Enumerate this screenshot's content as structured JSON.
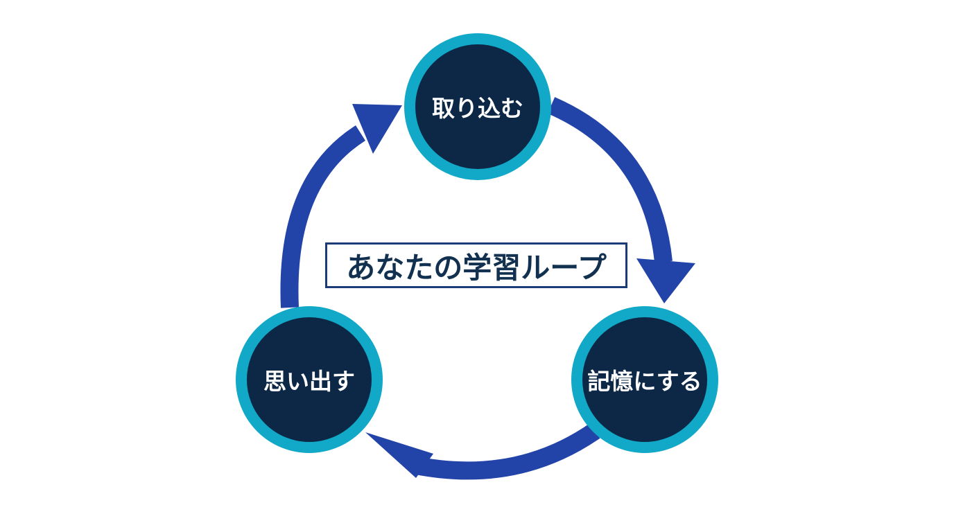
{
  "diagram": {
    "title": "あなたの学習ループ",
    "nodes": [
      {
        "id": "capture",
        "label": "取り込む"
      },
      {
        "id": "memorize",
        "label": "記憶にする"
      },
      {
        "id": "recall",
        "label": "思い出す"
      }
    ],
    "colors": {
      "node_fill": "#0c2846",
      "node_ring": "#12a8c7",
      "arrow": "#2244a8",
      "title_text": "#12304f",
      "title_border": "#1a3a78"
    }
  }
}
